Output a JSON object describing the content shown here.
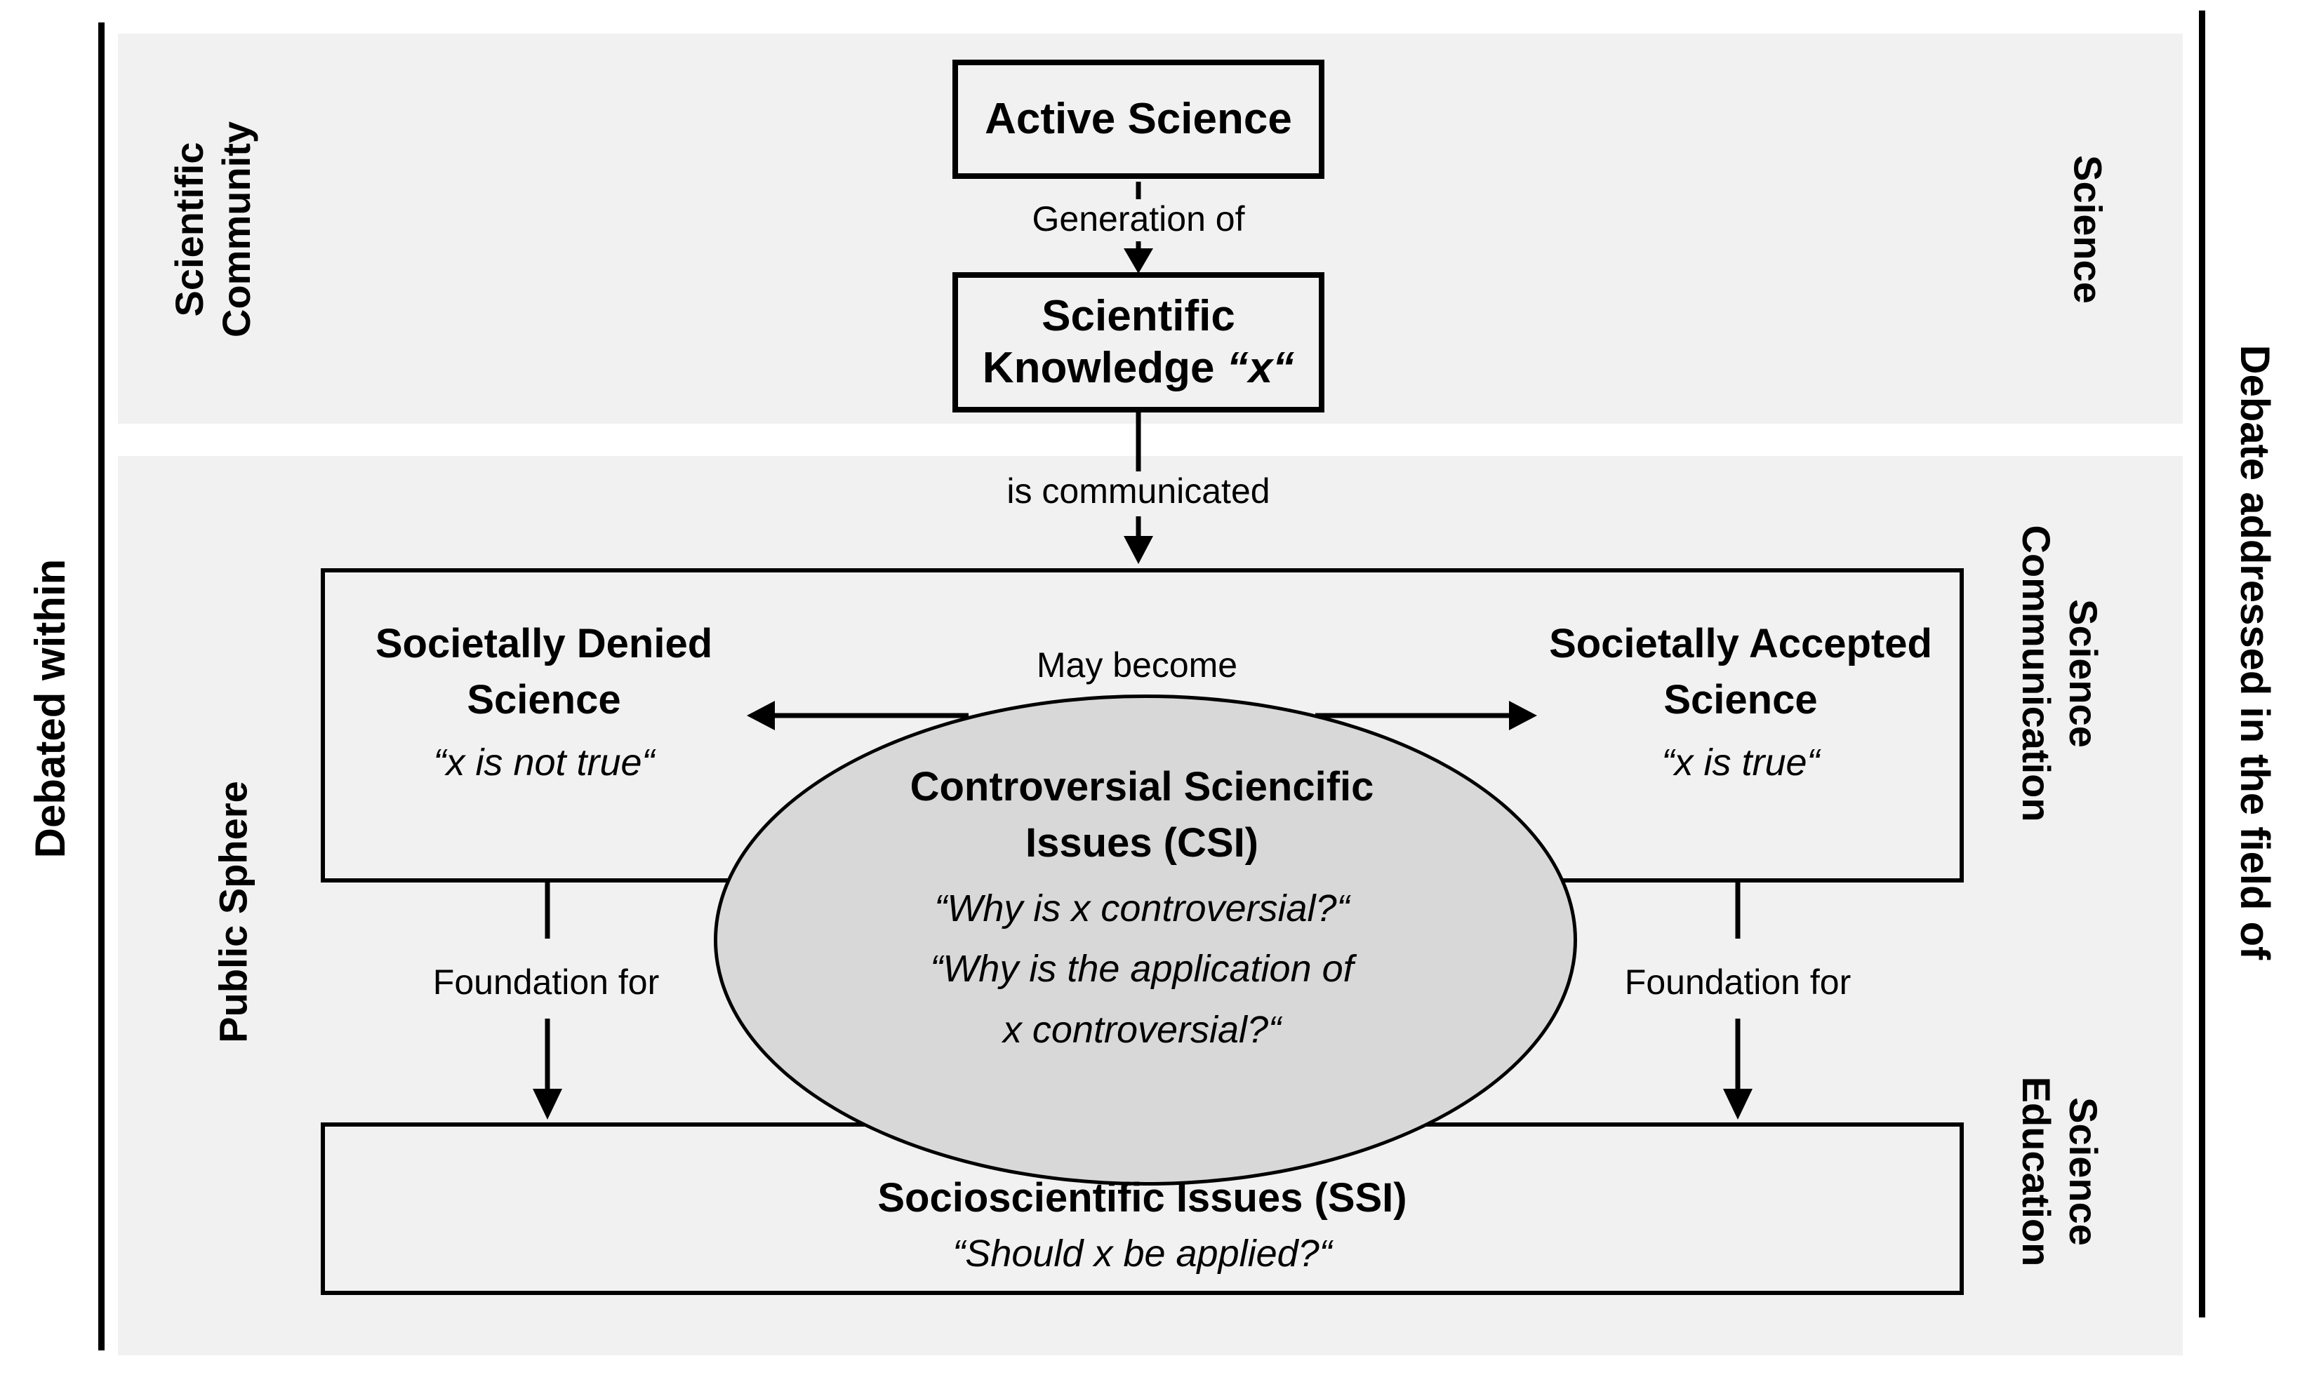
{
  "colors": {
    "band_bg": "#f1f1f1",
    "ellipse_fill": "#d8d8d8",
    "stroke": "#000000"
  },
  "outer_labels": {
    "debated_within": "Debated within",
    "debate_addressed": "Debate addressed in the field of"
  },
  "row_labels": {
    "scientific_community": "Scientific\nCommunity",
    "public_sphere": "Public Sphere",
    "science": "Science",
    "science_communication": "Science\nCommunication",
    "science_education": "Science\nEducation"
  },
  "flow": {
    "active_science": "Active Science",
    "generation_of": "Generation of",
    "scientific_knowledge_line1": "Scientific",
    "scientific_knowledge_line2_pre": "Knowledge ",
    "scientific_knowledge_x": "“x“",
    "is_communicated": "is communicated",
    "may_become": "May become",
    "foundation_for_left": "Foundation for",
    "foundation_for_right": "Foundation for"
  },
  "denied": {
    "title": "Societally Denied\nScience",
    "quote": "“x is not true“"
  },
  "accepted": {
    "title": "Societally Accepted\nScience",
    "quote": "“x is true“"
  },
  "csi": {
    "title": "Controversial Sciencific\nIssues (CSI)",
    "quote1": "“Why is x controversial?“",
    "quote2": "“Why is the application of\nx controversial?“"
  },
  "ssi": {
    "title": "Socioscientific Issues (SSI)",
    "quote": "“Should x be applied?“"
  }
}
